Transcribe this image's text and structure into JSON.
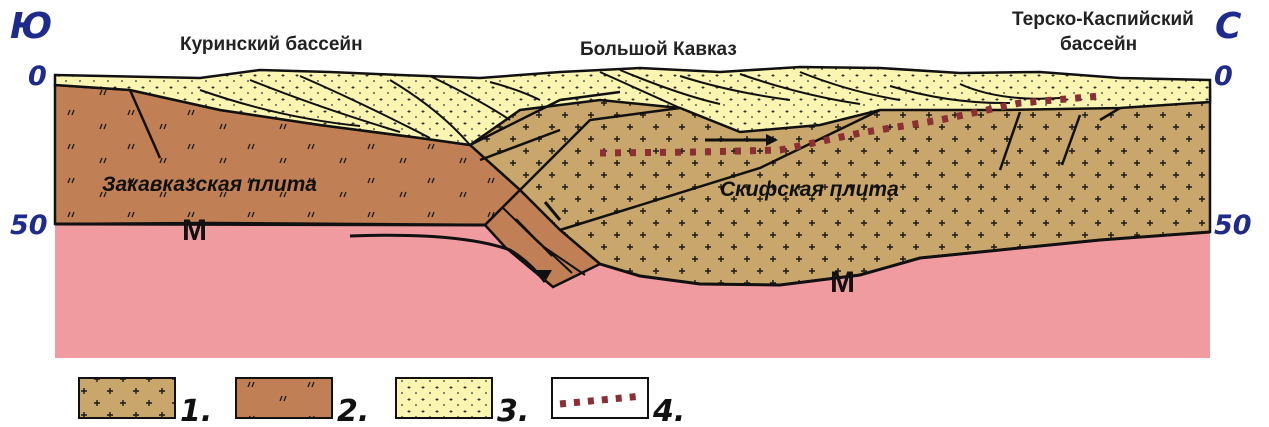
{
  "colors": {
    "direction_labels": "#1e2a8c",
    "depth_labels": "#1e2a8c",
    "mantle": "#f09ba0",
    "scythian_crust": "#c9a66b",
    "transcaucasian_crust": "#c07f55",
    "sediments": "#fbf5b2",
    "thrust_line": "#8b2f35",
    "outline": "#111111"
  },
  "direction": {
    "south": "Ю",
    "north": "С"
  },
  "depth_ticks": {
    "top_left": "0",
    "top_right": "0",
    "deep_left": "50",
    "deep_right": "50"
  },
  "regions": {
    "kura_basin": "Куринский бассейн",
    "greater_caucasus": "Большой Кавказ",
    "terek_caspian_line1": "Терско-Каспийский",
    "terek_caspian_line2": "бассейн"
  },
  "plates": {
    "transcaucasian": "Закавказская плита",
    "scythian": "Скифская плита"
  },
  "moho": {
    "left": "М",
    "right": "М"
  },
  "legend": [
    {
      "number": "1.",
      "pattern": "crosses-on-tan"
    },
    {
      "number": "2.",
      "pattern": "dashes-on-brown"
    },
    {
      "number": "3.",
      "pattern": "dots-on-yellow"
    },
    {
      "number": "4.",
      "pattern": "dotted-thrust-line"
    }
  ]
}
